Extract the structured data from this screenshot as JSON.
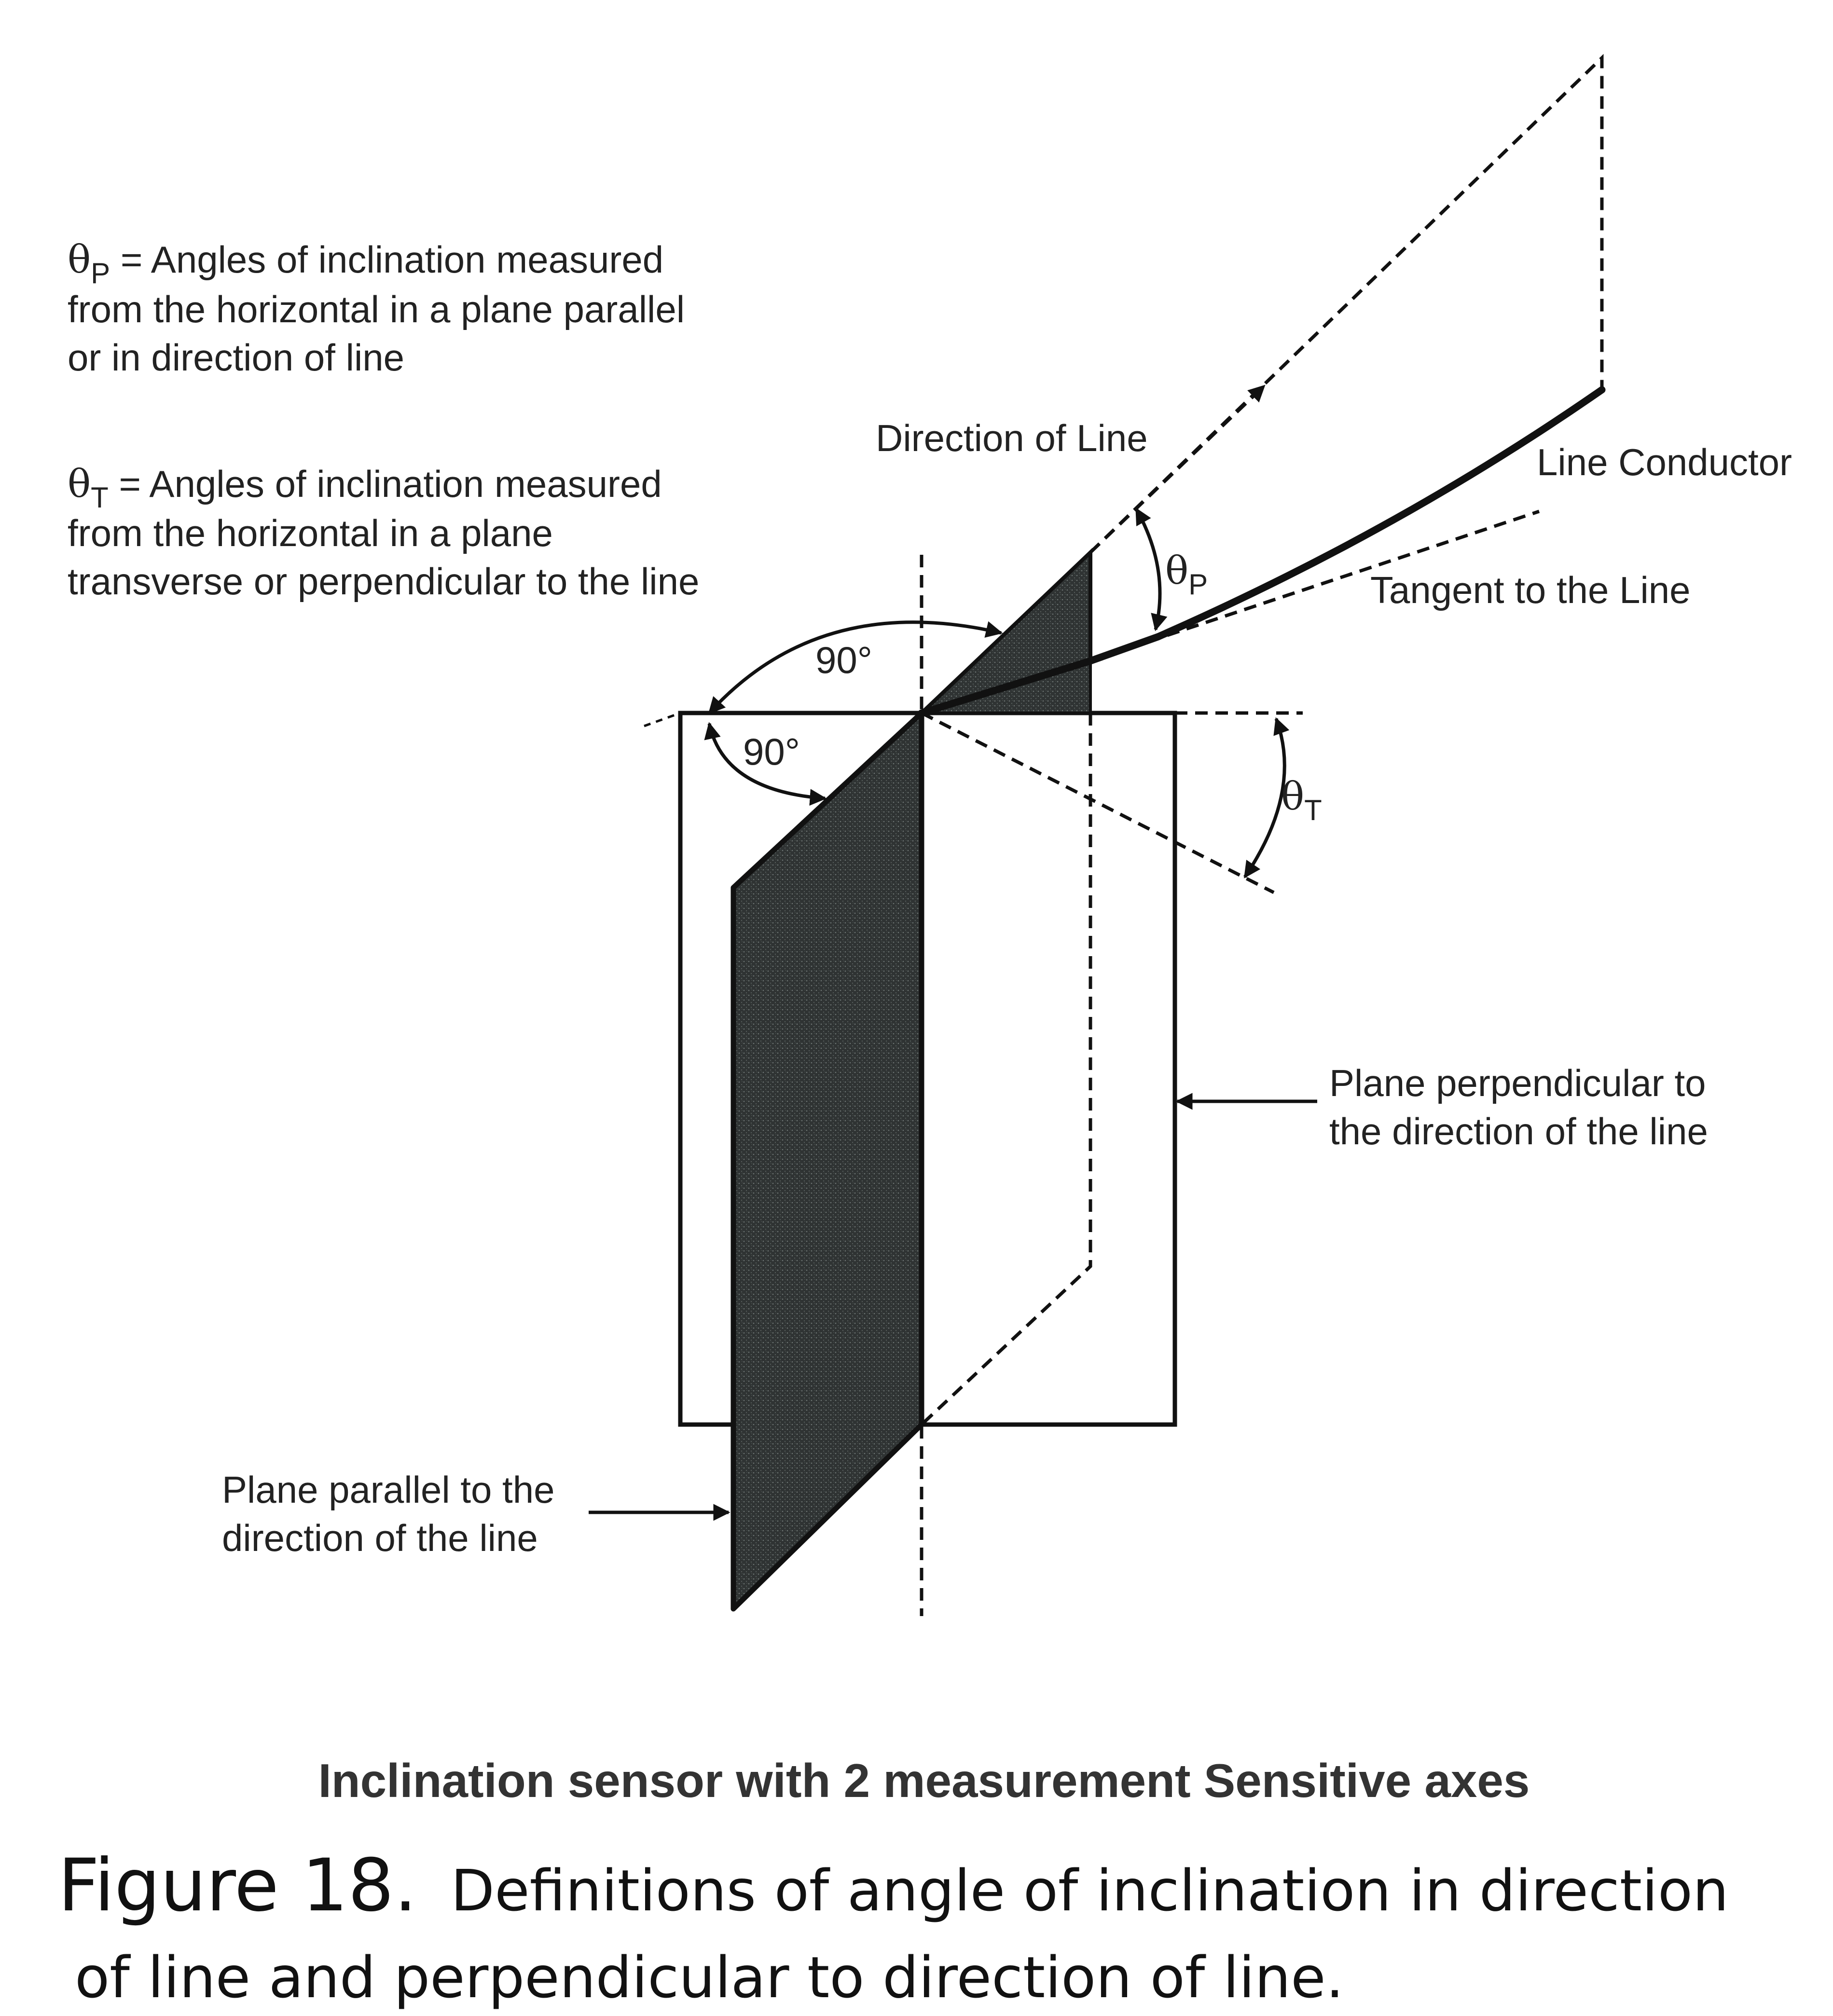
{
  "legend": {
    "theta_p": {
      "symbol": "θ",
      "sub": "P",
      "lines": [
        " = Angles of inclination measured",
        "from the horizontal in a plane parallel",
        "or in direction of line"
      ]
    },
    "theta_t": {
      "symbol": "θ",
      "sub": "T",
      "lines": [
        " = Angles of inclination measured",
        "from the horizontal in a plane",
        "transverse or perpendicular to the line"
      ]
    }
  },
  "labels": {
    "direction_of_line": "Direction of Line",
    "line_conductor": "Line Conductor",
    "tangent_to_line": "Tangent to the Line",
    "angle_upper": "90°",
    "angle_lower": "90°",
    "theta_p_symbol": "θ",
    "theta_p_sub": "P",
    "theta_t_symbol": "θ",
    "theta_t_sub": "T",
    "plane_perpendicular": [
      "Plane perpendicular to",
      "the direction of the line"
    ],
    "plane_parallel": [
      "Plane parallel to the",
      "direction of the line"
    ]
  },
  "caption": "Inclination sensor with 2 measurement Sensitive axes",
  "figure": {
    "number": "Figure 18.",
    "line1": "Definitions of angle of inclination in direction",
    "line2": "of line and perpendicular to direction of line."
  }
}
